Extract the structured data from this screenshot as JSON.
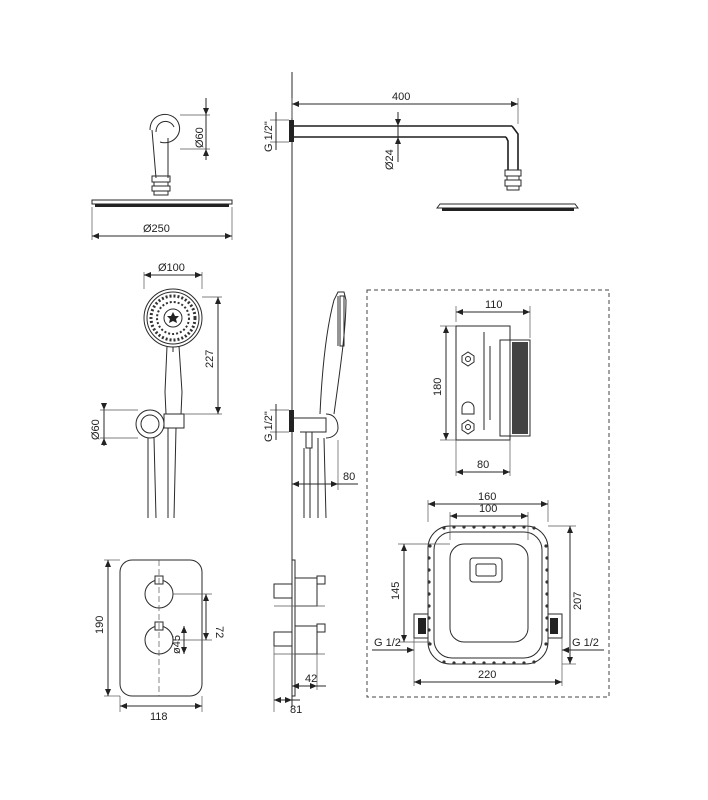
{
  "dimensions": {
    "head_arm_diameter": "Ø60",
    "head_diameter": "Ø250",
    "arm_length": "400",
    "arm_diameter": "Ø24",
    "arm_thread": "G 1/2\"",
    "hand_diameter": "Ø100",
    "hand_length": "227",
    "holder_diameter": "Ø60",
    "holder_thread": "G 1/2\"",
    "holder_depth": "80",
    "box_width": "110",
    "box_height": "180",
    "box_depth": "80",
    "plate_160": "160",
    "plate_100": "100",
    "plate_145": "145",
    "plate_207": "207",
    "plate_220": "220",
    "inlet_left": "G 1/2",
    "inlet_right": "G 1/2",
    "panel_height": "190",
    "panel_width": "118",
    "knob_diameter": "ø45",
    "knob_spacing": "72",
    "side_depth_42": "42",
    "side_depth_81": "81"
  }
}
